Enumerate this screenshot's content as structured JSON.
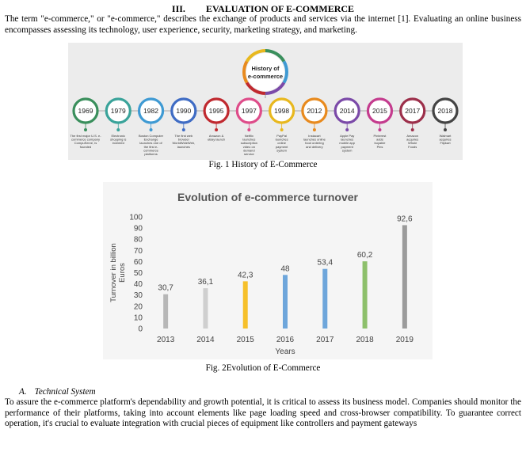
{
  "section": {
    "number": "III.",
    "title": "EVALUATION OF E-COMMERCE"
  },
  "intro": "The term \"e-commerce,\" or \"e-commerce,\" describes the exchange of products and services via the internet [1]. Evaluating an online business encompasses assessing its technology, user experience, security, marketing strategy, and marketing.",
  "timeline": {
    "title_line1": "History of",
    "title_line2": "e-commerce",
    "events": [
      {
        "year": "1969",
        "color": "#3a8f5c",
        "desc": [
          "The first major U.S. e-",
          "commerce company",
          "CompuServe, is",
          "founded"
        ]
      },
      {
        "year": "1979",
        "color": "#3aa39a",
        "desc": [
          "Electronic",
          "shopping is",
          "invented"
        ]
      },
      {
        "year": "1982",
        "color": "#3f9ad3",
        "desc": [
          "Boston Computer",
          "Exchange",
          "launches one of",
          "the first e-",
          "commerce",
          "platforms"
        ]
      },
      {
        "year": "1990",
        "color": "#3f6cc4",
        "desc": [
          "The first web",
          "browser",
          "WorldWideWeb,",
          "launches"
        ]
      },
      {
        "year": "1995",
        "color": "#c0292f",
        "desc": [
          "Amazon &",
          "eBay launch"
        ]
      },
      {
        "year": "1997",
        "color": "#de4d8a",
        "desc": [
          "Netflix",
          "launches",
          "subscription",
          "video on",
          "demand",
          "service"
        ]
      },
      {
        "year": "1998",
        "color": "#e8b81e",
        "desc": [
          "PayPal",
          "launches",
          "online",
          "payment",
          "system"
        ]
      },
      {
        "year": "2012",
        "color": "#e88a1e",
        "desc": [
          "Instacart",
          "launches online",
          "food ordering",
          "and delivery"
        ]
      },
      {
        "year": "2014",
        "color": "#7b4aa8",
        "desc": [
          "Apple Pay",
          "launches",
          "mobile app",
          "payment",
          "system"
        ]
      },
      {
        "year": "2015",
        "color": "#c43c8e",
        "desc": [
          "Pinterest",
          "adds",
          "buyable",
          "Pins"
        ]
      },
      {
        "year": "2017",
        "color": "#9c2f4a",
        "desc": [
          "Amazon",
          "acquires",
          "Whole",
          "Foods"
        ]
      },
      {
        "year": "2018",
        "color": "#444444",
        "desc": [
          "Walmart",
          "acquires",
          "Flipkart"
        ]
      }
    ]
  },
  "fig1_caption": "Fig. 1 History of E-Commerce",
  "chart_data": {
    "type": "bar",
    "title": "Evolution of e-commerce turnover",
    "xlabel": "Years",
    "ylabel_line1": "Turnover in billion",
    "ylabel_line2": "Euros",
    "categories": [
      "2013",
      "2014",
      "2015",
      "2016",
      "2017",
      "2018",
      "2019"
    ],
    "values": [
      30.7,
      36.1,
      42.3,
      48,
      53.4,
      60.2,
      92.6
    ],
    "value_labels": [
      "30,7",
      "36,1",
      "42,3",
      "48",
      "53,4",
      "60,2",
      "92,6"
    ],
    "bar_colors": [
      "#b7b7b7",
      "#cfcfcf",
      "#f6c02a",
      "#6ea6db",
      "#6ea6db",
      "#8dc06b",
      "#9b9b9b"
    ],
    "ylim": [
      0,
      100
    ],
    "yticks": [
      "0",
      "10",
      "20",
      "30",
      "40",
      "50",
      "60",
      "70",
      "80",
      "90",
      "100"
    ],
    "grid": false,
    "legend": "none"
  },
  "fig2_caption": "Fig. 2Evolution of E-Commerce",
  "subsection": {
    "letter": "A.",
    "title": "Technical System"
  },
  "body2": "To assure the e-commerce platform's dependability and growth potential, it is critical to assess its business model. Companies should monitor the performance of their platforms, taking into account elements like page loading speed and cross-browser compatibility. To guarantee correct operation, it's crucial to evaluate integration with crucial pieces of equipment like controllers and payment gateways"
}
